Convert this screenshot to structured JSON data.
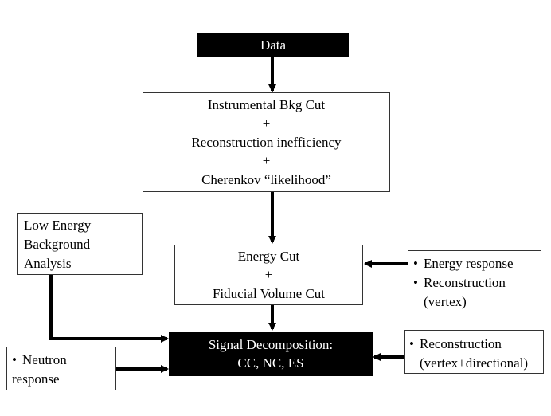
{
  "data_box": {
    "label": "Data"
  },
  "preselection_box": {
    "lines": [
      "Instrumental Bkg Cut",
      "+",
      "Reconstruction inefficiency",
      "+",
      "Cherenkov “likelihood”"
    ]
  },
  "energy_box": {
    "lines": [
      "Energy Cut",
      "+",
      "Fiducial Volume Cut"
    ]
  },
  "signal_box": {
    "lines": [
      "Signal Decomposition:",
      "CC, NC, ES"
    ]
  },
  "low_energy_box": {
    "lines": [
      "Low Energy",
      "Background",
      "Analysis"
    ]
  },
  "energy_response_box": {
    "items": [
      {
        "bullet": "•",
        "lines": [
          "Energy response"
        ]
      },
      {
        "bullet": "•",
        "lines": [
          "Reconstruction",
          "(vertex)"
        ]
      }
    ]
  },
  "reconstruction_box": {
    "items": [
      {
        "bullet": "•",
        "lines": [
          "Reconstruction",
          "(vertex+directional)"
        ]
      }
    ]
  },
  "neutron_box": {
    "items": [
      {
        "bullet": "•",
        "lines": [
          "Neutron",
          "response"
        ]
      }
    ]
  },
  "colors": {
    "ink": "#000000",
    "background": "#ffffff",
    "border": "#333333"
  }
}
